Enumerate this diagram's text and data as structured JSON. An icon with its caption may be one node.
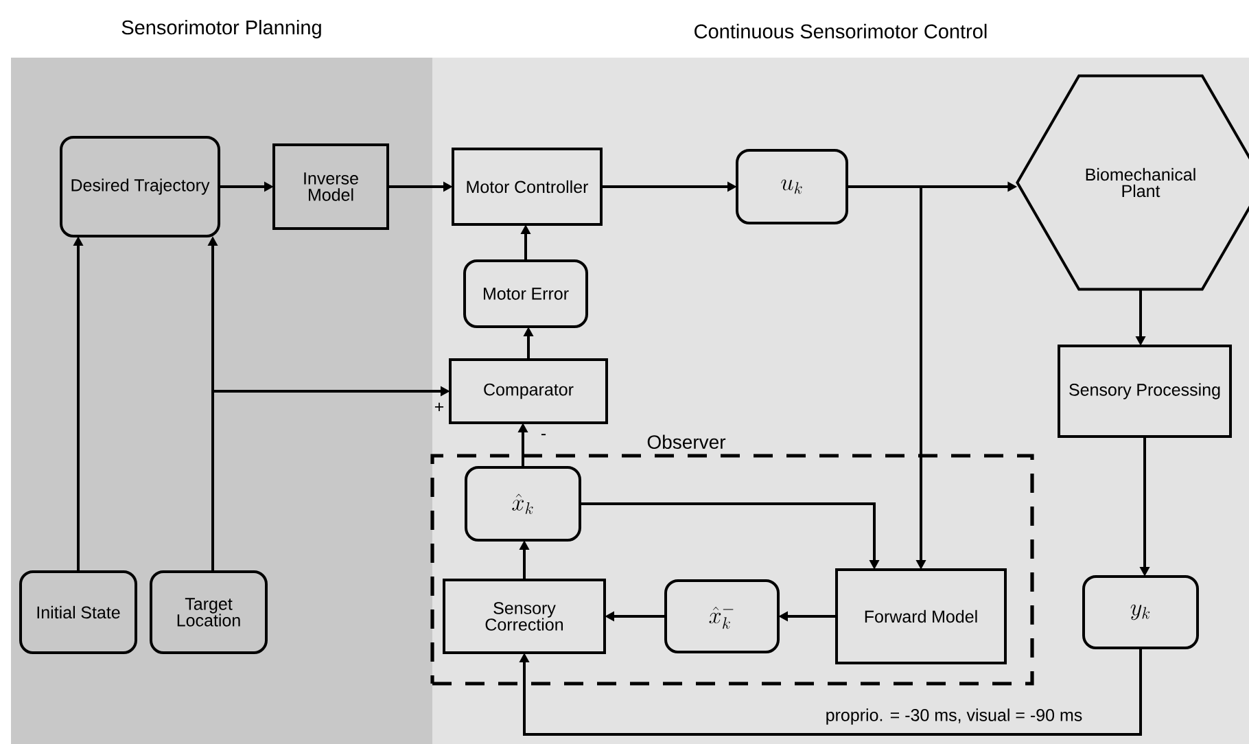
{
  "diagram": {
    "nodes": [
      {
        "text": [
          "Sensorimotor Planning"
        ]
      },
      {
        "text": [
          "Continuous Sensorimotor Control"
        ]
      },
      {
        "text": [
          "Desired Trajectory"
        ],
        "in": 0
      },
      {
        "text": [
          "Inverse Model"
        ],
        "in": 0
      },
      {
        "text": [
          "Motor Controller"
        ],
        "in": 1
      },
      {
        "text": [
          "u_{k}"
        ],
        "in": 1
      },
      {
        "text": [
          "Biomechanical Plant"
        ],
        "in": 1
      },
      {
        "text": [
          "Motor Error"
        ],
        "in": 1
      },
      {
        "text": [
          "Comparator"
        ],
        "in": 1
      },
      {
        "text": [
          "Sensory Processing"
        ],
        "in": 1
      },
      {
        "text": [
          "Observer"
        ],
        "in": 1
      },
      {
        "text": [
          "\\hat{x}_{k}"
        ],
        "in": 10
      },
      {
        "text": [
          "Initial State"
        ],
        "in": 0
      },
      {
        "text": [
          "Target Location"
        ],
        "in": 0
      },
      {
        "text": [
          "Sensory Correction"
        ],
        "in": 10
      },
      {
        "text": [
          "\\hat{x}^{-}_{k}"
        ],
        "in": 10
      },
      {
        "text": [
          "Forward Model"
        ],
        "in": 10
      },
      {
        "text": [
          "y_{k}"
        ],
        "in": 1
      }
    ],
    "edges": [
      {
        "from": 2,
        "to": 3,
        "arrow": "to"
      },
      {
        "from": 3,
        "to": 4,
        "arrow": "to"
      },
      {
        "from": 4,
        "to": 5,
        "arrow": "to"
      },
      {
        "from": 5,
        "to": 6,
        "arrow": "to"
      },
      {
        "from": 5,
        "to": 16,
        "arrow": "to"
      },
      {
        "from": 6,
        "to": 9,
        "arrow": "to"
      },
      {
        "from": 9,
        "to": 17,
        "arrow": "to"
      },
      {
        "from": 7,
        "to": 4,
        "arrow": "to"
      },
      {
        "from": 8,
        "to": 7,
        "arrow": "to"
      },
      {
        "from": 11,
        "to": 8,
        "arrow": "to",
        "label": "-"
      },
      {
        "from": 12,
        "to": 2,
        "arrow": "to"
      },
      {
        "from": 13,
        "to": 2,
        "arrow": "to"
      },
      {
        "from": 13,
        "to": 8,
        "arrow": "to",
        "label": "+"
      },
      {
        "from": 11,
        "to": 16,
        "arrow": "to"
      },
      {
        "from": 16,
        "to": 15,
        "arrow": "to"
      },
      {
        "from": 15,
        "to": 14,
        "arrow": "to"
      },
      {
        "from": 14,
        "to": 11,
        "arrow": "to"
      },
      {
        "from": 17,
        "to": 14,
        "arrow": "to",
        "label": "proprio. = -30 ms, visual = -90 ms"
      }
    ]
  }
}
